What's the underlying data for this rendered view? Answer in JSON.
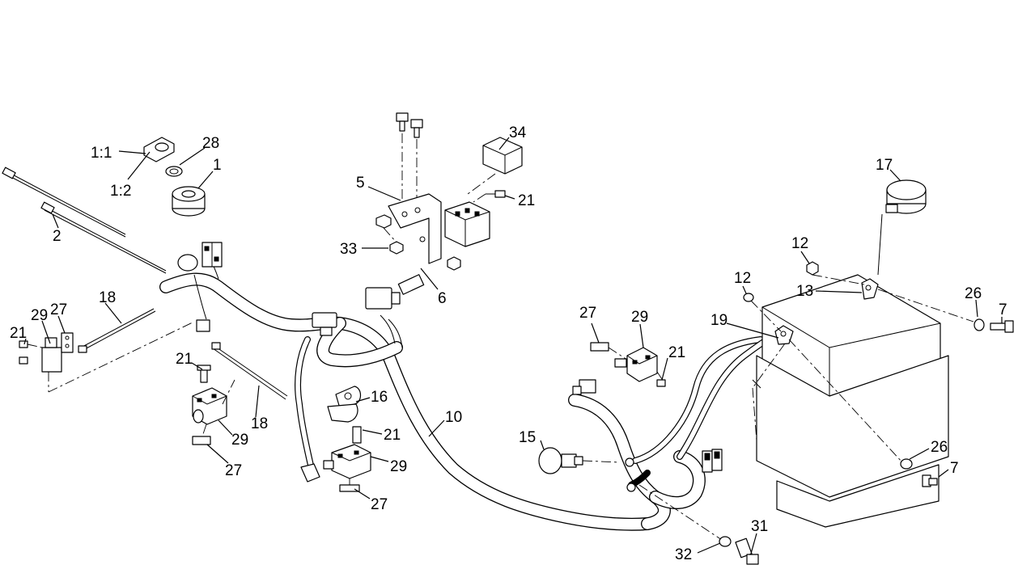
{
  "callouts": [
    {
      "text": "1:1"
    },
    {
      "text": "28"
    },
    {
      "text": "1"
    },
    {
      "text": "1:2"
    },
    {
      "text": "2"
    },
    {
      "text": "5"
    },
    {
      "text": "34"
    },
    {
      "text": "21"
    },
    {
      "text": "33"
    },
    {
      "text": "6"
    },
    {
      "text": "18"
    },
    {
      "text": "29"
    },
    {
      "text": "27"
    },
    {
      "text": "21"
    },
    {
      "text": "21"
    },
    {
      "text": "29"
    },
    {
      "text": "27"
    },
    {
      "text": "18"
    },
    {
      "text": "16"
    },
    {
      "text": "21"
    },
    {
      "text": "29"
    },
    {
      "text": "27"
    },
    {
      "text": "10"
    },
    {
      "text": "27"
    },
    {
      "text": "29"
    },
    {
      "text": "21"
    },
    {
      "text": "15"
    },
    {
      "text": "17"
    },
    {
      "text": "12"
    },
    {
      "text": "12"
    },
    {
      "text": "13"
    },
    {
      "text": "19"
    },
    {
      "text": "26"
    },
    {
      "text": "7"
    },
    {
      "text": "26"
    },
    {
      "text": "7"
    },
    {
      "text": "31"
    },
    {
      "text": "32"
    }
  ]
}
